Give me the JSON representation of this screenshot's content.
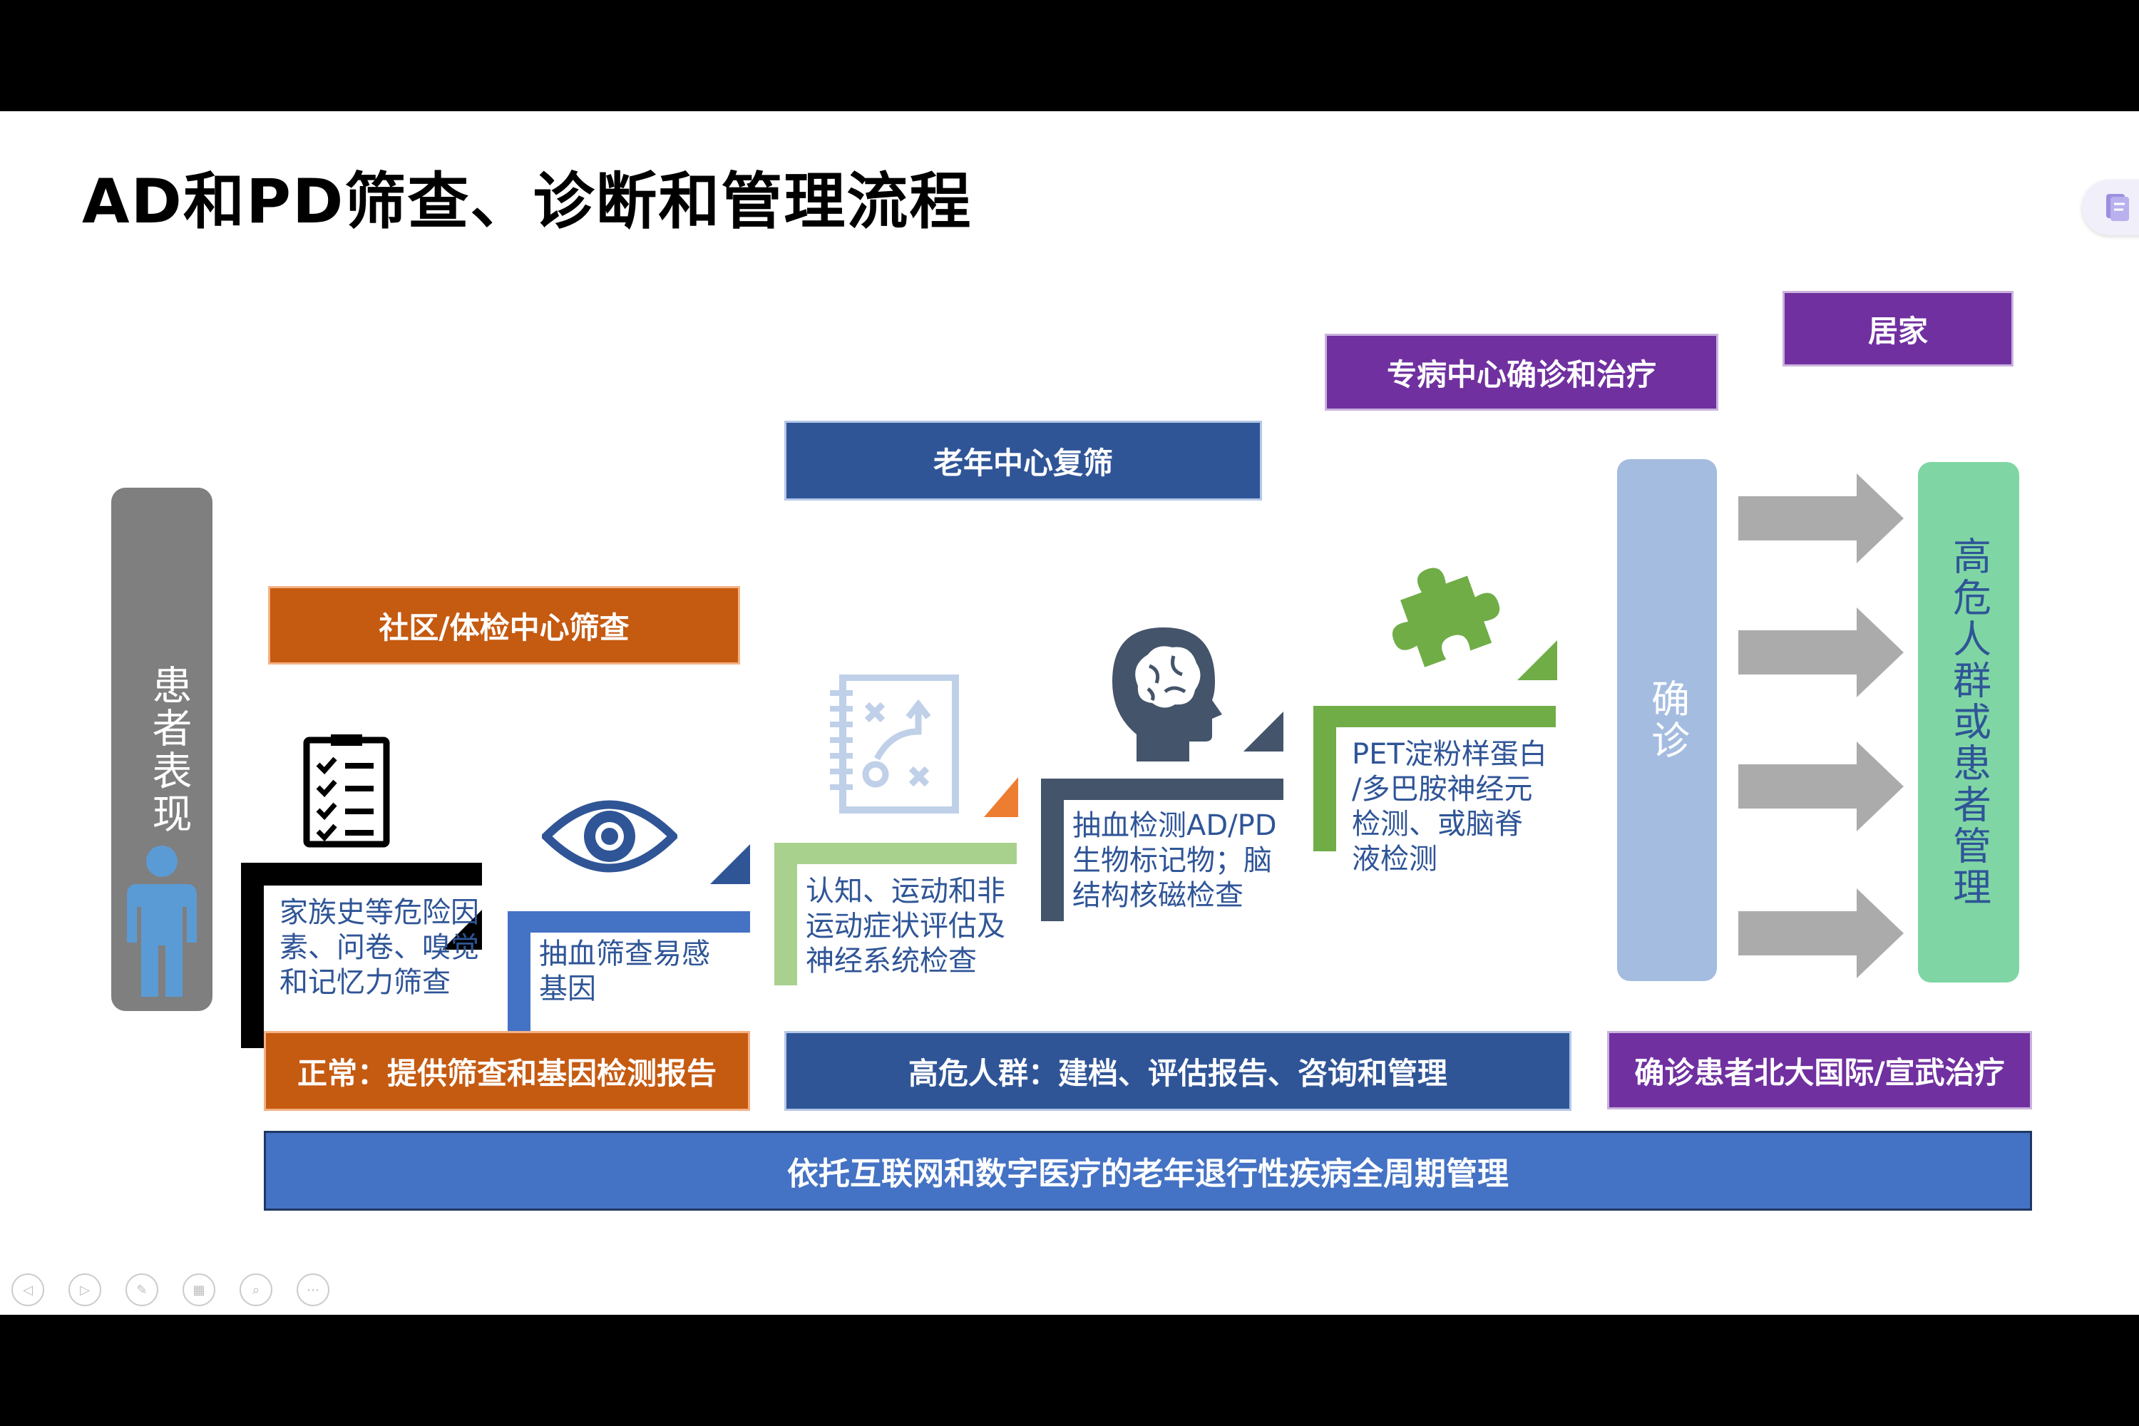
{
  "title": "AD和PD筛查、诊断和管理流程",
  "patient_label": "患者表现",
  "stages": {
    "community": "社区/体检中心筛查",
    "elderly": "老年中心复筛",
    "specialist": "专病中心确诊和治疗",
    "home": "居家"
  },
  "steps": [
    {
      "lines": [
        "家族史等危险因",
        "素、问卷、嗅觉",
        "和记忆力筛查"
      ]
    },
    {
      "lines": [
        "抽血筛查易感",
        "基因"
      ]
    },
    {
      "lines": [
        "认知、运动和非",
        "运动症状评估及",
        "神经系统检查"
      ]
    },
    {
      "lines": [
        "抽血检测AD/PD",
        "生物标记物；脑",
        "结构核磁检查"
      ]
    },
    {
      "lines": [
        "PET淀粉样蛋白",
        "/多巴胺神经元",
        "检测、或脑脊",
        "液检测"
      ]
    }
  ],
  "confirm_label": "确诊",
  "management_label": "高危人群或患者管理",
  "outcomes": {
    "normal": "正常：提供筛查和基因检测报告",
    "high_risk": "高危人群：建档、评估报告、咨询和管理",
    "confirmed": "确诊患者北大国际/宣武治疗"
  },
  "footer": "依托互联网和数字医疗的老年退行性疾病全周期管理",
  "colors": {
    "orange": "#C55A11",
    "navy": "#2F5597",
    "purple": "#7030A0",
    "blue": "#4472C4",
    "green": "#70AD47",
    "grey": "#7F7F7F",
    "confirm_blue": "#A4BCE0",
    "mint": "#7FD6A4",
    "arrow_grey": "#ABABAB"
  }
}
